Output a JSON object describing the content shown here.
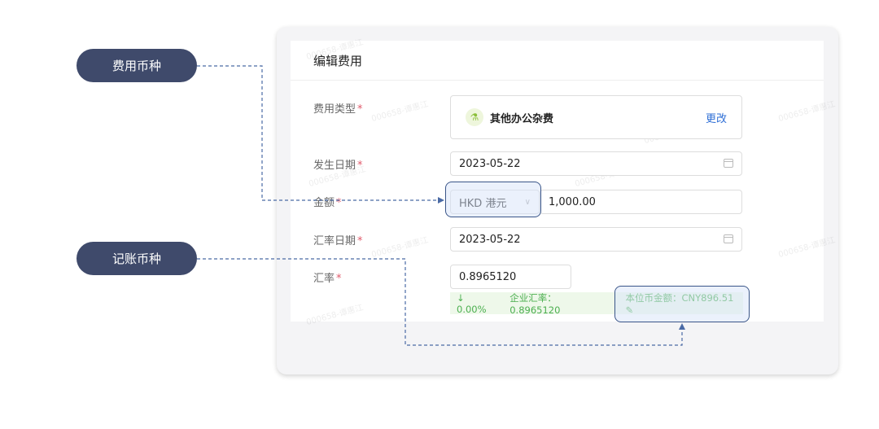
{
  "callouts": {
    "expense_currency": "费用币种",
    "booking_currency": "记账币种"
  },
  "form": {
    "title": "编辑费用",
    "expense_type": {
      "label": "费用类型",
      "value": "其他办公杂费",
      "change": "更改"
    },
    "occur_date": {
      "label": "发生日期",
      "value": "2023-05-22"
    },
    "amount": {
      "label": "金额",
      "currency": "HKD 港元",
      "value": "1,000.00"
    },
    "rate_date": {
      "label": "汇率日期",
      "value": "2023-05-22"
    },
    "rate": {
      "label": "汇率",
      "value": "0.8965120"
    },
    "rate_info": {
      "diff": "↓ 0.00%",
      "corp_rate": "企业汇率：0.8965120",
      "local_amount": "本位币金额：CNY896.51"
    },
    "required_mark": "*"
  },
  "watermark": "000658-谭惠江",
  "colors": {
    "callout": "#3f4a6b",
    "accent": "#2f6fd6",
    "green": "#4caf50",
    "required": "#e05a6b"
  }
}
